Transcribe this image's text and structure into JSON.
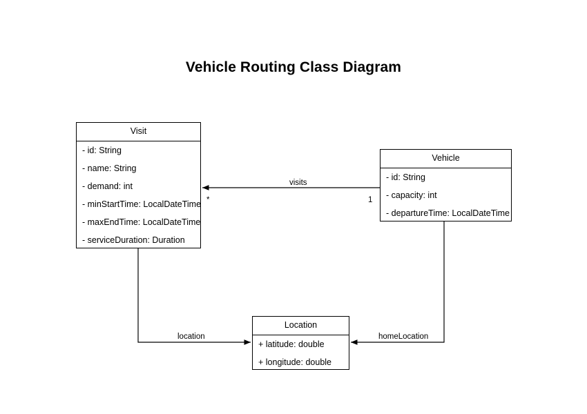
{
  "diagram": {
    "title": "Vehicle Routing Class Diagram",
    "type": "uml-class-diagram",
    "background_color": "#ffffff",
    "line_color": "#000000",
    "text_color": "#000000"
  },
  "classes": [
    {
      "name": "Visit",
      "attributes": [
        "- id: String",
        "- name: String",
        "- demand: int",
        "- minStartTime: LocalDateTime",
        "- maxEndTime: LocalDateTime",
        "- serviceDuration: Duration"
      ]
    },
    {
      "name": "Vehicle",
      "attributes": [
        "- id: String",
        "- capacity: int",
        "- departureTime: LocalDateTime"
      ]
    },
    {
      "name": "Location",
      "attributes": [
        "+ latitude: double",
        "+ longitude: double"
      ]
    }
  ],
  "relations": [
    {
      "label": "visits",
      "from": "Vehicle",
      "to": "Visit",
      "source_multiplicity": "1",
      "target_multiplicity": "*"
    },
    {
      "label": "location",
      "from": "Visit",
      "to": "Location",
      "source_multiplicity": "",
      "target_multiplicity": ""
    },
    {
      "label": "homeLocation",
      "from": "Vehicle",
      "to": "Location",
      "source_multiplicity": "",
      "target_multiplicity": ""
    }
  ]
}
